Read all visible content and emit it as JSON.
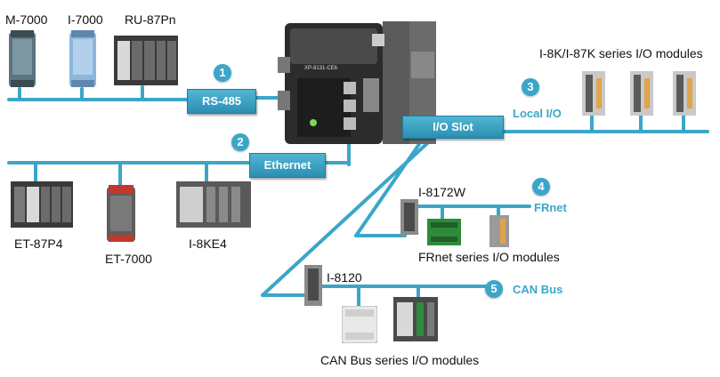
{
  "labels": {
    "m7000": "M-7000",
    "i7000": "I-7000",
    "ru87pn": "RU-87Pn",
    "i8k": "I-8K/I-87K series I/O modules",
    "local_io": "Local I/O",
    "et87p4": "ET-87P4",
    "et7000": "ET-7000",
    "i8ke4": "I-8KE4",
    "i8172w": "I-8172W",
    "frnet": "FRnet",
    "frnet_modules": "FRnet series I/O modules",
    "i8120": "I-8120",
    "can_bus": "CAN Bus",
    "can_modules": "CAN Bus series I/O modules"
  },
  "tags": {
    "rs485": "RS-485",
    "ethernet": "Ethernet",
    "io_slot": "I/O Slot"
  },
  "numbers": {
    "n1": "1",
    "n2": "2",
    "n3": "3",
    "n4": "4",
    "n5": "5"
  },
  "colors": {
    "line": "#3ba6c8",
    "tag": "#2a8fb2",
    "text_blue": "#3ba6c8"
  }
}
